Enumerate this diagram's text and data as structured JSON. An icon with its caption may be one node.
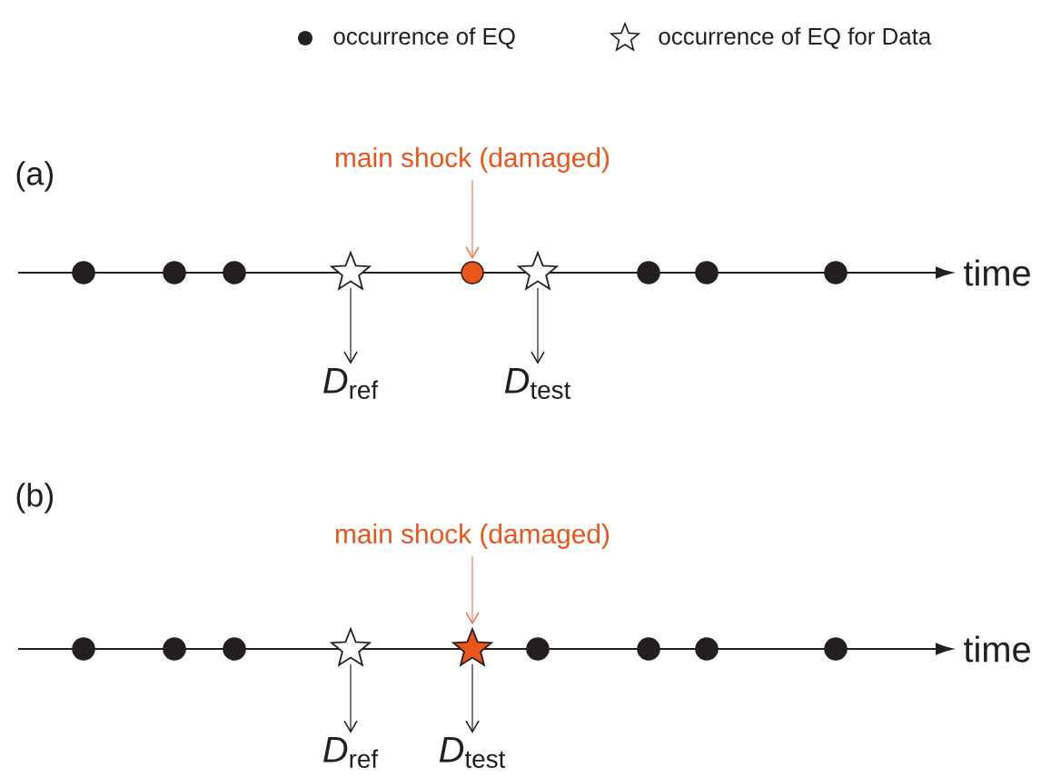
{
  "diagram": {
    "nodes": [
      {
        "text": [
          "main shock (damaged)"
        ]
      },
      {
        "text": [],
        "shape": "circle"
      },
      {
        "text": [],
        "shape": "circle"
      },
      {
        "text": [],
        "shape": "circle"
      },
      {
        "text": [],
        "shape": "star"
      },
      {
        "text": [],
        "shape": "circle"
      },
      {
        "text": [],
        "shape": "star"
      },
      {
        "text": [],
        "shape": "circle"
      },
      {
        "text": [],
        "shape": "circle"
      },
      {
        "text": [],
        "shape": "circle"
      },
      {
        "text": [
          "*D*$_{ref}$"
        ]
      },
      {
        "text": [
          "*D*$_{test}$"
        ]
      },
      {
        "text": [
          "main shock (damaged)"
        ]
      },
      {
        "text": [],
        "shape": "circle"
      },
      {
        "text": [],
        "shape": "circle"
      },
      {
        "text": [],
        "shape": "circle"
      },
      {
        "text": [],
        "shape": "star"
      },
      {
        "text": [],
        "shape": "star"
      },
      {
        "text": [],
        "shape": "circle"
      },
      {
        "text": [],
        "shape": "circle"
      },
      {
        "text": [],
        "shape": "circle"
      },
      {
        "text": [],
        "shape": "circle"
      },
      {
        "text": [
          "*D*$_{ref}$"
        ]
      },
      {
        "text": [
          "*D*$_{test}$"
        ]
      }
    ],
    "edges": [
      {
        "from": 0,
        "to": 5,
        "arrow": "to",
        "color": "#f07c52"
      },
      {
        "from": 4,
        "to": 10,
        "arrow": "to"
      },
      {
        "from": 6,
        "to": 11,
        "arrow": "to"
      },
      {
        "from": 12,
        "to": 17,
        "arrow": "to",
        "color": "#f07c52"
      },
      {
        "from": 16,
        "to": 22,
        "arrow": "to"
      },
      {
        "from": 17,
        "to": 23,
        "arrow": "to"
      }
    ],
    "labels": [
      "(a)",
      "time",
      "(b)",
      "time"
    ],
    "legend": [
      {
        "text": "occurrence of EQ"
      },
      {
        "text": "occurrence of EQ for Data"
      }
    ]
  }
}
